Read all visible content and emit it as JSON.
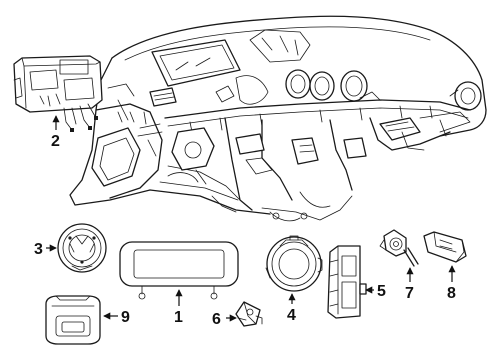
{
  "callouts": [
    {
      "id": "1",
      "label": "1"
    },
    {
      "id": "2",
      "label": "2"
    },
    {
      "id": "3",
      "label": "3"
    },
    {
      "id": "4",
      "label": "4"
    },
    {
      "id": "5",
      "label": "5"
    },
    {
      "id": "6",
      "label": "6"
    },
    {
      "id": "7",
      "label": "7"
    },
    {
      "id": "8",
      "label": "8"
    },
    {
      "id": "9",
      "label": "9"
    }
  ],
  "colors": {
    "ink": "#1a1a1a",
    "background": "#ffffff"
  }
}
